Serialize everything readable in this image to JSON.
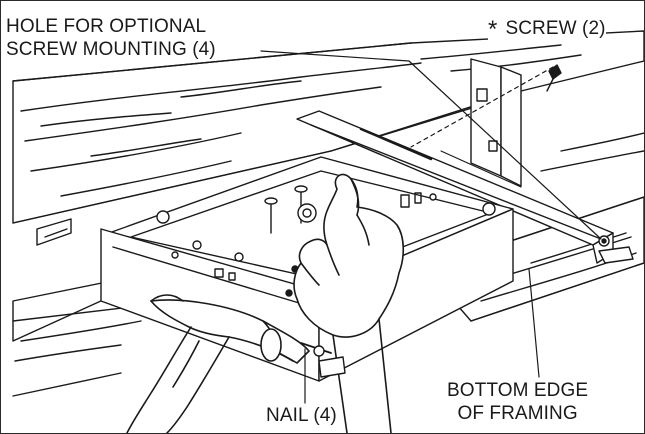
{
  "labels": {
    "hole_line1": "HOLE FOR OPTIONAL",
    "hole_line2": "SCREW MOUNTING (4)",
    "screw_marker": "*",
    "screw_text": "SCREW (2)",
    "nail": "NAIL (4)",
    "edge_line1": "BOTTOM EDGE",
    "edge_line2": "OF FRAMING"
  },
  "colors": {
    "ink": "#1a1a1a",
    "background": "#ffffff"
  },
  "icons": [
    "hammer-icon",
    "hand-icon",
    "screw-icon",
    "nail-icon"
  ]
}
